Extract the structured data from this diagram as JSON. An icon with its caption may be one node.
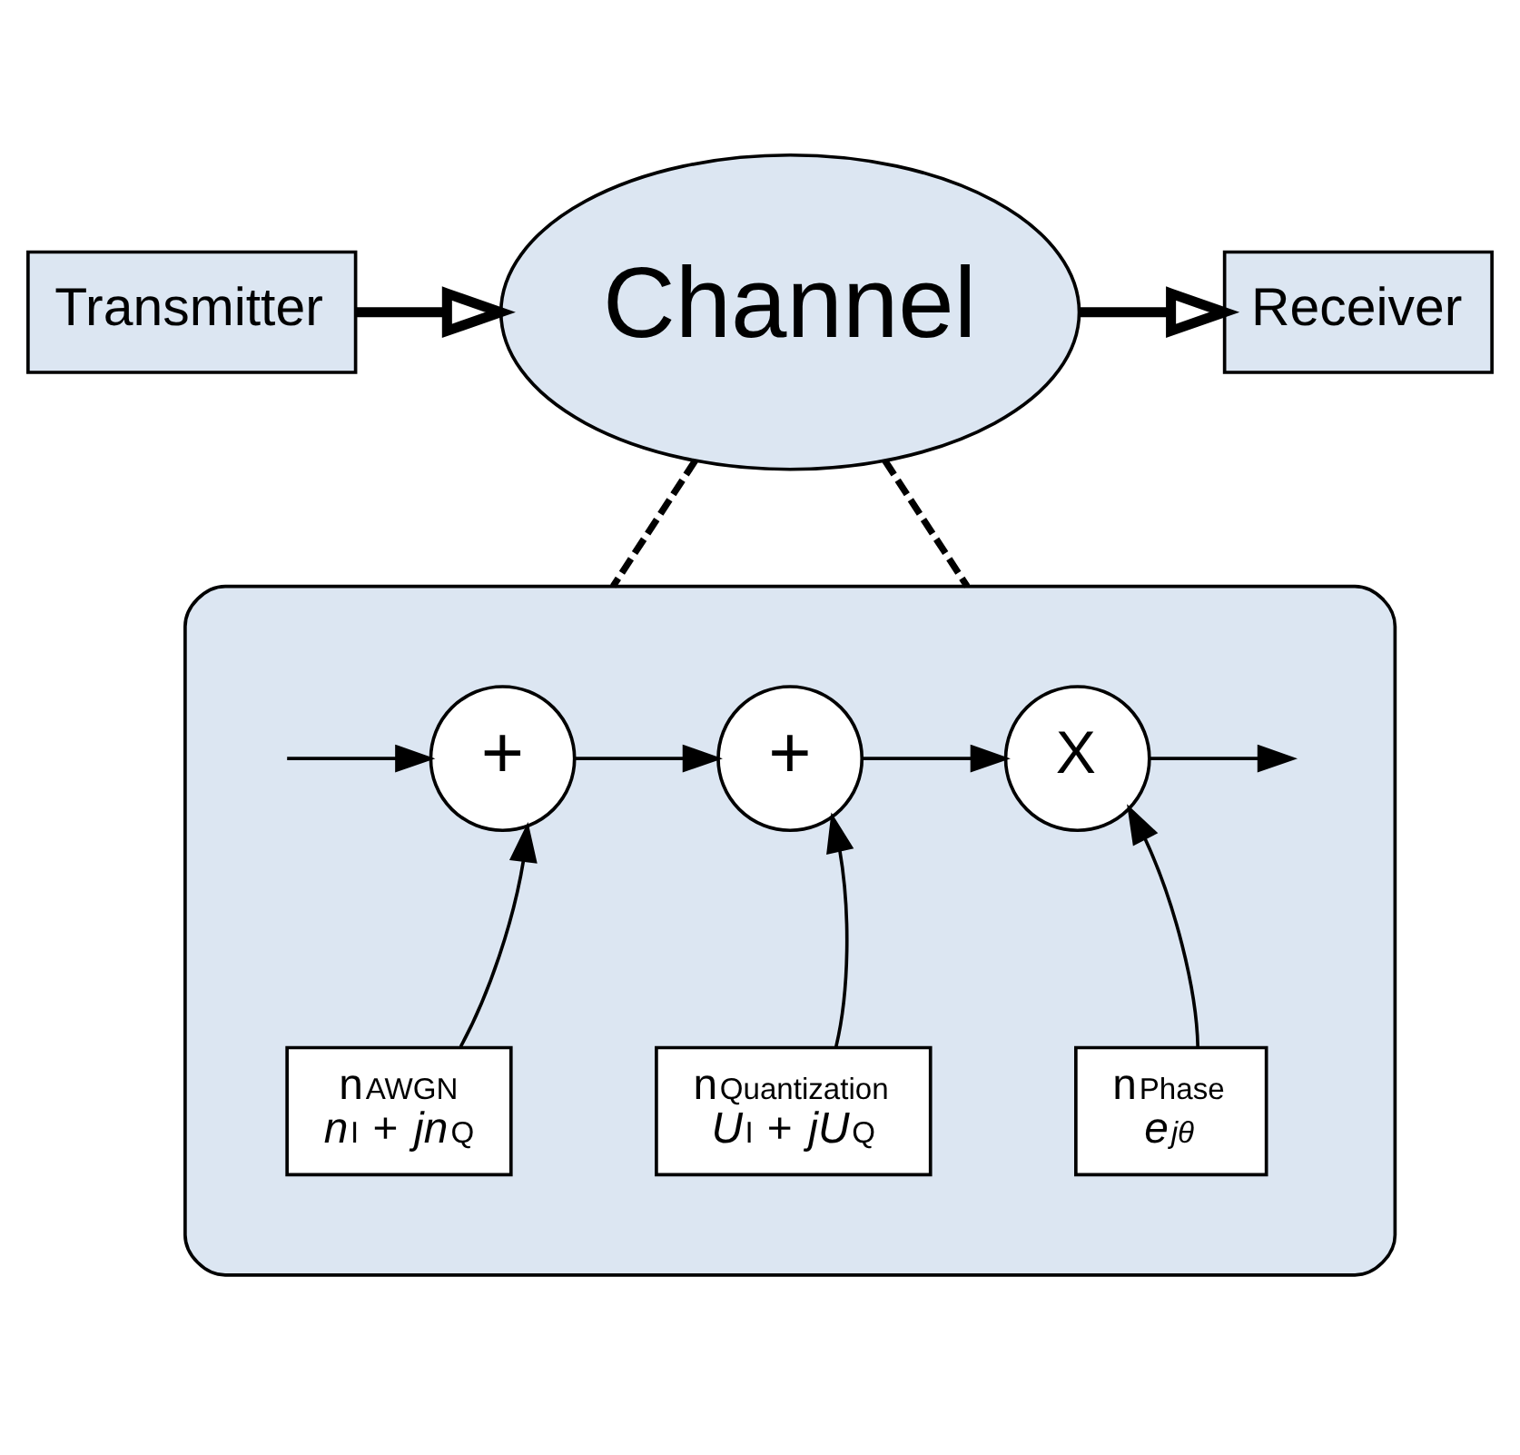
{
  "diagram": {
    "nodes": [
      {
        "text": [
          "Transmitter"
        ]
      },
      {
        "text": [
          "Channel"
        ]
      },
      {
        "text": [
          "Receiver"
        ]
      },
      {
        "text": [],
        "shape": "ellipse"
      },
      {
        "text": [
          "+"
        ],
        "in": 3
      },
      {
        "text": [
          "+"
        ],
        "in": 3
      },
      {
        "text": [
          "X"
        ],
        "in": 3
      },
      {
        "text": [
          "n$_{AWGN}$",
          "*n*$_{I}$ + *jn*$_{Q}$"
        ],
        "in": 3
      },
      {
        "text": [
          "n$_{Quantization}$",
          "*U*$_{I}$ + *jU*$_{Q}$"
        ],
        "in": 3
      },
      {
        "text": [
          "n$_{Phase}$",
          "*e*$^{jθ}$"
        ],
        "in": 3
      }
    ],
    "edges": [
      {
        "from": 0,
        "to": 1,
        "arrow": "to",
        "style": "thick"
      },
      {
        "from": 1,
        "to": 2,
        "arrow": "to",
        "style": "thick"
      },
      {
        "from": 1,
        "to": 3,
        "arrow": "none",
        "style": "dashed"
      },
      {
        "from": 1,
        "to": 3,
        "arrow": "none",
        "style": "dashed"
      },
      {
        "from": null,
        "to": 4,
        "arrow": "to"
      },
      {
        "from": 4,
        "to": 5,
        "arrow": "to"
      },
      {
        "from": 5,
        "to": 6,
        "arrow": "to"
      },
      {
        "from": 6,
        "to": null,
        "arrow": "to"
      },
      {
        "from": 7,
        "to": 4,
        "arrow": "to"
      },
      {
        "from": 8,
        "to": 5,
        "arrow": "to"
      },
      {
        "from": 9,
        "to": 6,
        "arrow": "to"
      }
    ]
  }
}
